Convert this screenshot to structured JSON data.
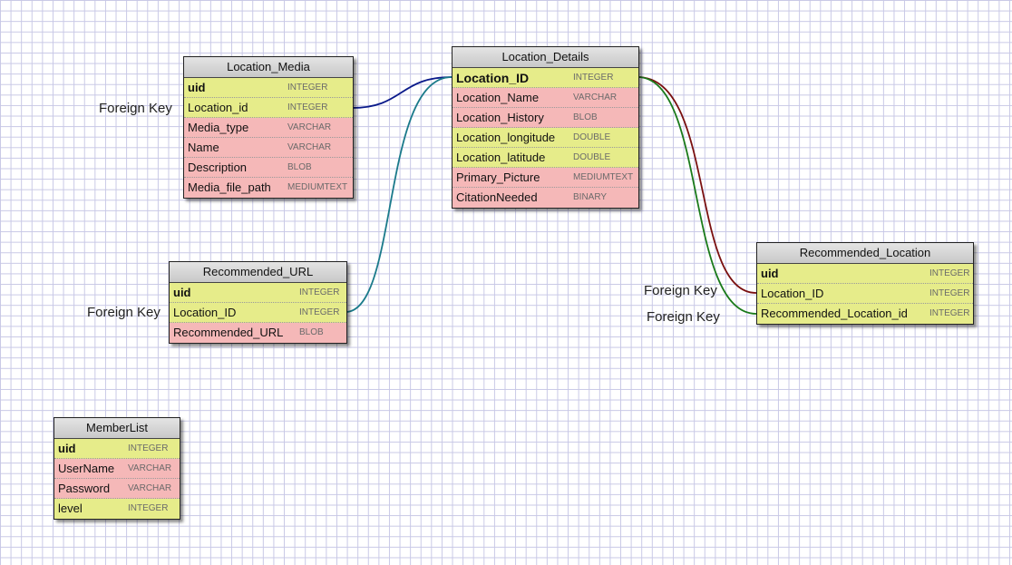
{
  "tables": {
    "location_media": {
      "name": "Location_Media",
      "fields": [
        {
          "name": "uid",
          "type": "INTEGER"
        },
        {
          "name": "Location_id",
          "type": "INTEGER"
        },
        {
          "name": "Media_type",
          "type": "VARCHAR"
        },
        {
          "name": "Name",
          "type": "VARCHAR"
        },
        {
          "name": "Description",
          "type": "BLOB"
        },
        {
          "name": "Media_file_path",
          "type": "MEDIUMTEXT"
        }
      ]
    },
    "location_details": {
      "name": "Location_Details",
      "fields": [
        {
          "name": "Location_ID",
          "type": "INTEGER"
        },
        {
          "name": "Location_Name",
          "type": "VARCHAR"
        },
        {
          "name": "Location_History",
          "type": "BLOB"
        },
        {
          "name": "Location_longitude",
          "type": "DOUBLE"
        },
        {
          "name": "Location_latitude",
          "type": "DOUBLE"
        },
        {
          "name": "Primary_Picture",
          "type": "MEDIUMTEXT"
        },
        {
          "name": "CitationNeeded",
          "type": "BINARY"
        }
      ]
    },
    "recommended_url": {
      "name": "Recommended_URL",
      "fields": [
        {
          "name": "uid",
          "type": "INTEGER"
        },
        {
          "name": "Location_ID",
          "type": "INTEGER"
        },
        {
          "name": "Recommended_URL",
          "type": "BLOB"
        }
      ]
    },
    "recommended_location": {
      "name": "Recommended_Location",
      "fields": [
        {
          "name": "uid",
          "type": "INTEGER"
        },
        {
          "name": "Location_ID",
          "type": "INTEGER"
        },
        {
          "name": "Recommended_Location_id",
          "type": "INTEGER"
        }
      ]
    },
    "member_list": {
      "name": "MemberList",
      "fields": [
        {
          "name": "uid",
          "type": "INTEGER"
        },
        {
          "name": "UserName",
          "type": "VARCHAR"
        },
        {
          "name": "Password",
          "type": "VARCHAR"
        },
        {
          "name": "level",
          "type": "INTEGER"
        }
      ]
    }
  },
  "labels": {
    "fk_media": "Foreign Key",
    "fk_url": "Foreign Key",
    "fk_rec_location_id": "Foreign Key",
    "fk_rec_recommended_id": "Foreign Key"
  },
  "colors": {
    "link_media": "#0a1a8a",
    "link_url": "#1a7a8a",
    "link_rec_location_id": "#7a1010",
    "link_rec_recommended_id": "#1a7a1a",
    "row_yellow": "#e6ec8a",
    "row_pink": "#f5b8b8"
  }
}
